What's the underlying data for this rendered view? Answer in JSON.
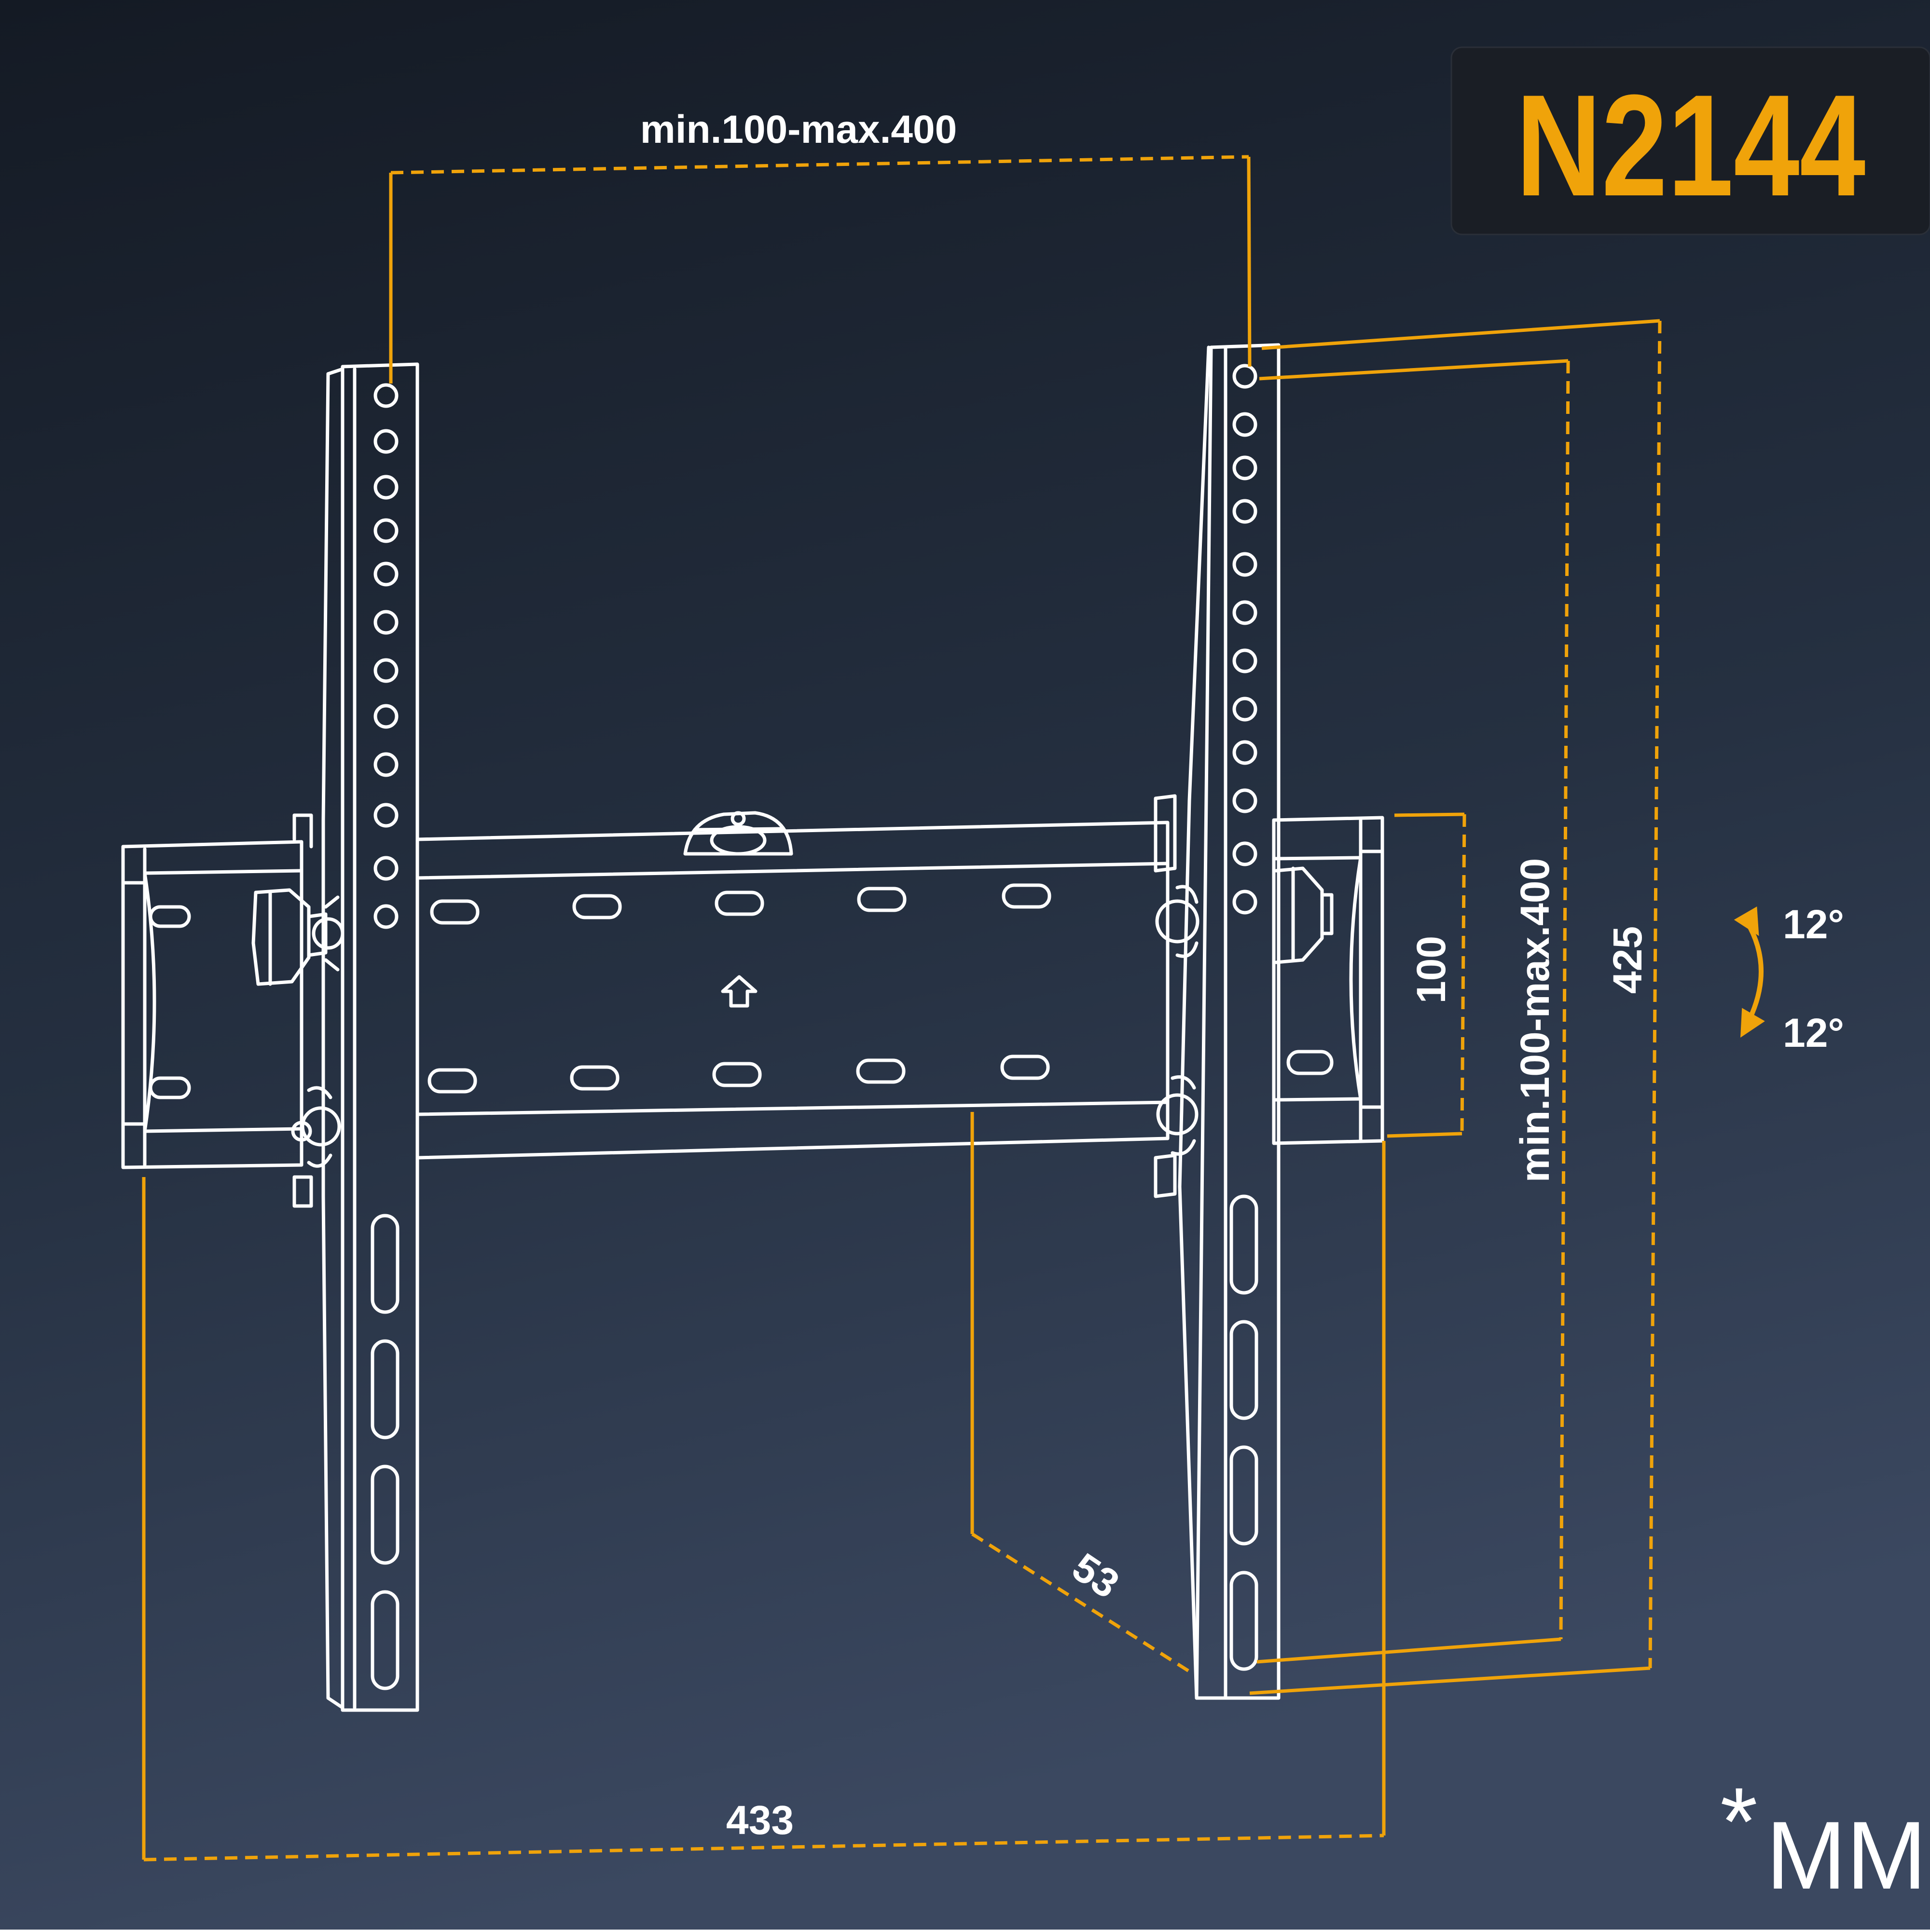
{
  "model": {
    "code": "N2144"
  },
  "dimensions": {
    "top_vesa_width": "min.100-max.400",
    "right_vesa_height": "min.100-max.400",
    "overall_height": "425",
    "bar_spacing": "100",
    "depth": "53",
    "overall_width": "433"
  },
  "tilt": {
    "up": "12°",
    "down": "12°"
  },
  "unit": {
    "prefix": "*",
    "label": "MM"
  },
  "colors": {
    "accent": "#f0a30a",
    "line": "#ffffff",
    "background_top": "#151c27",
    "background_bottom": "#3a475c",
    "badge_bg": "#1a1e25"
  }
}
